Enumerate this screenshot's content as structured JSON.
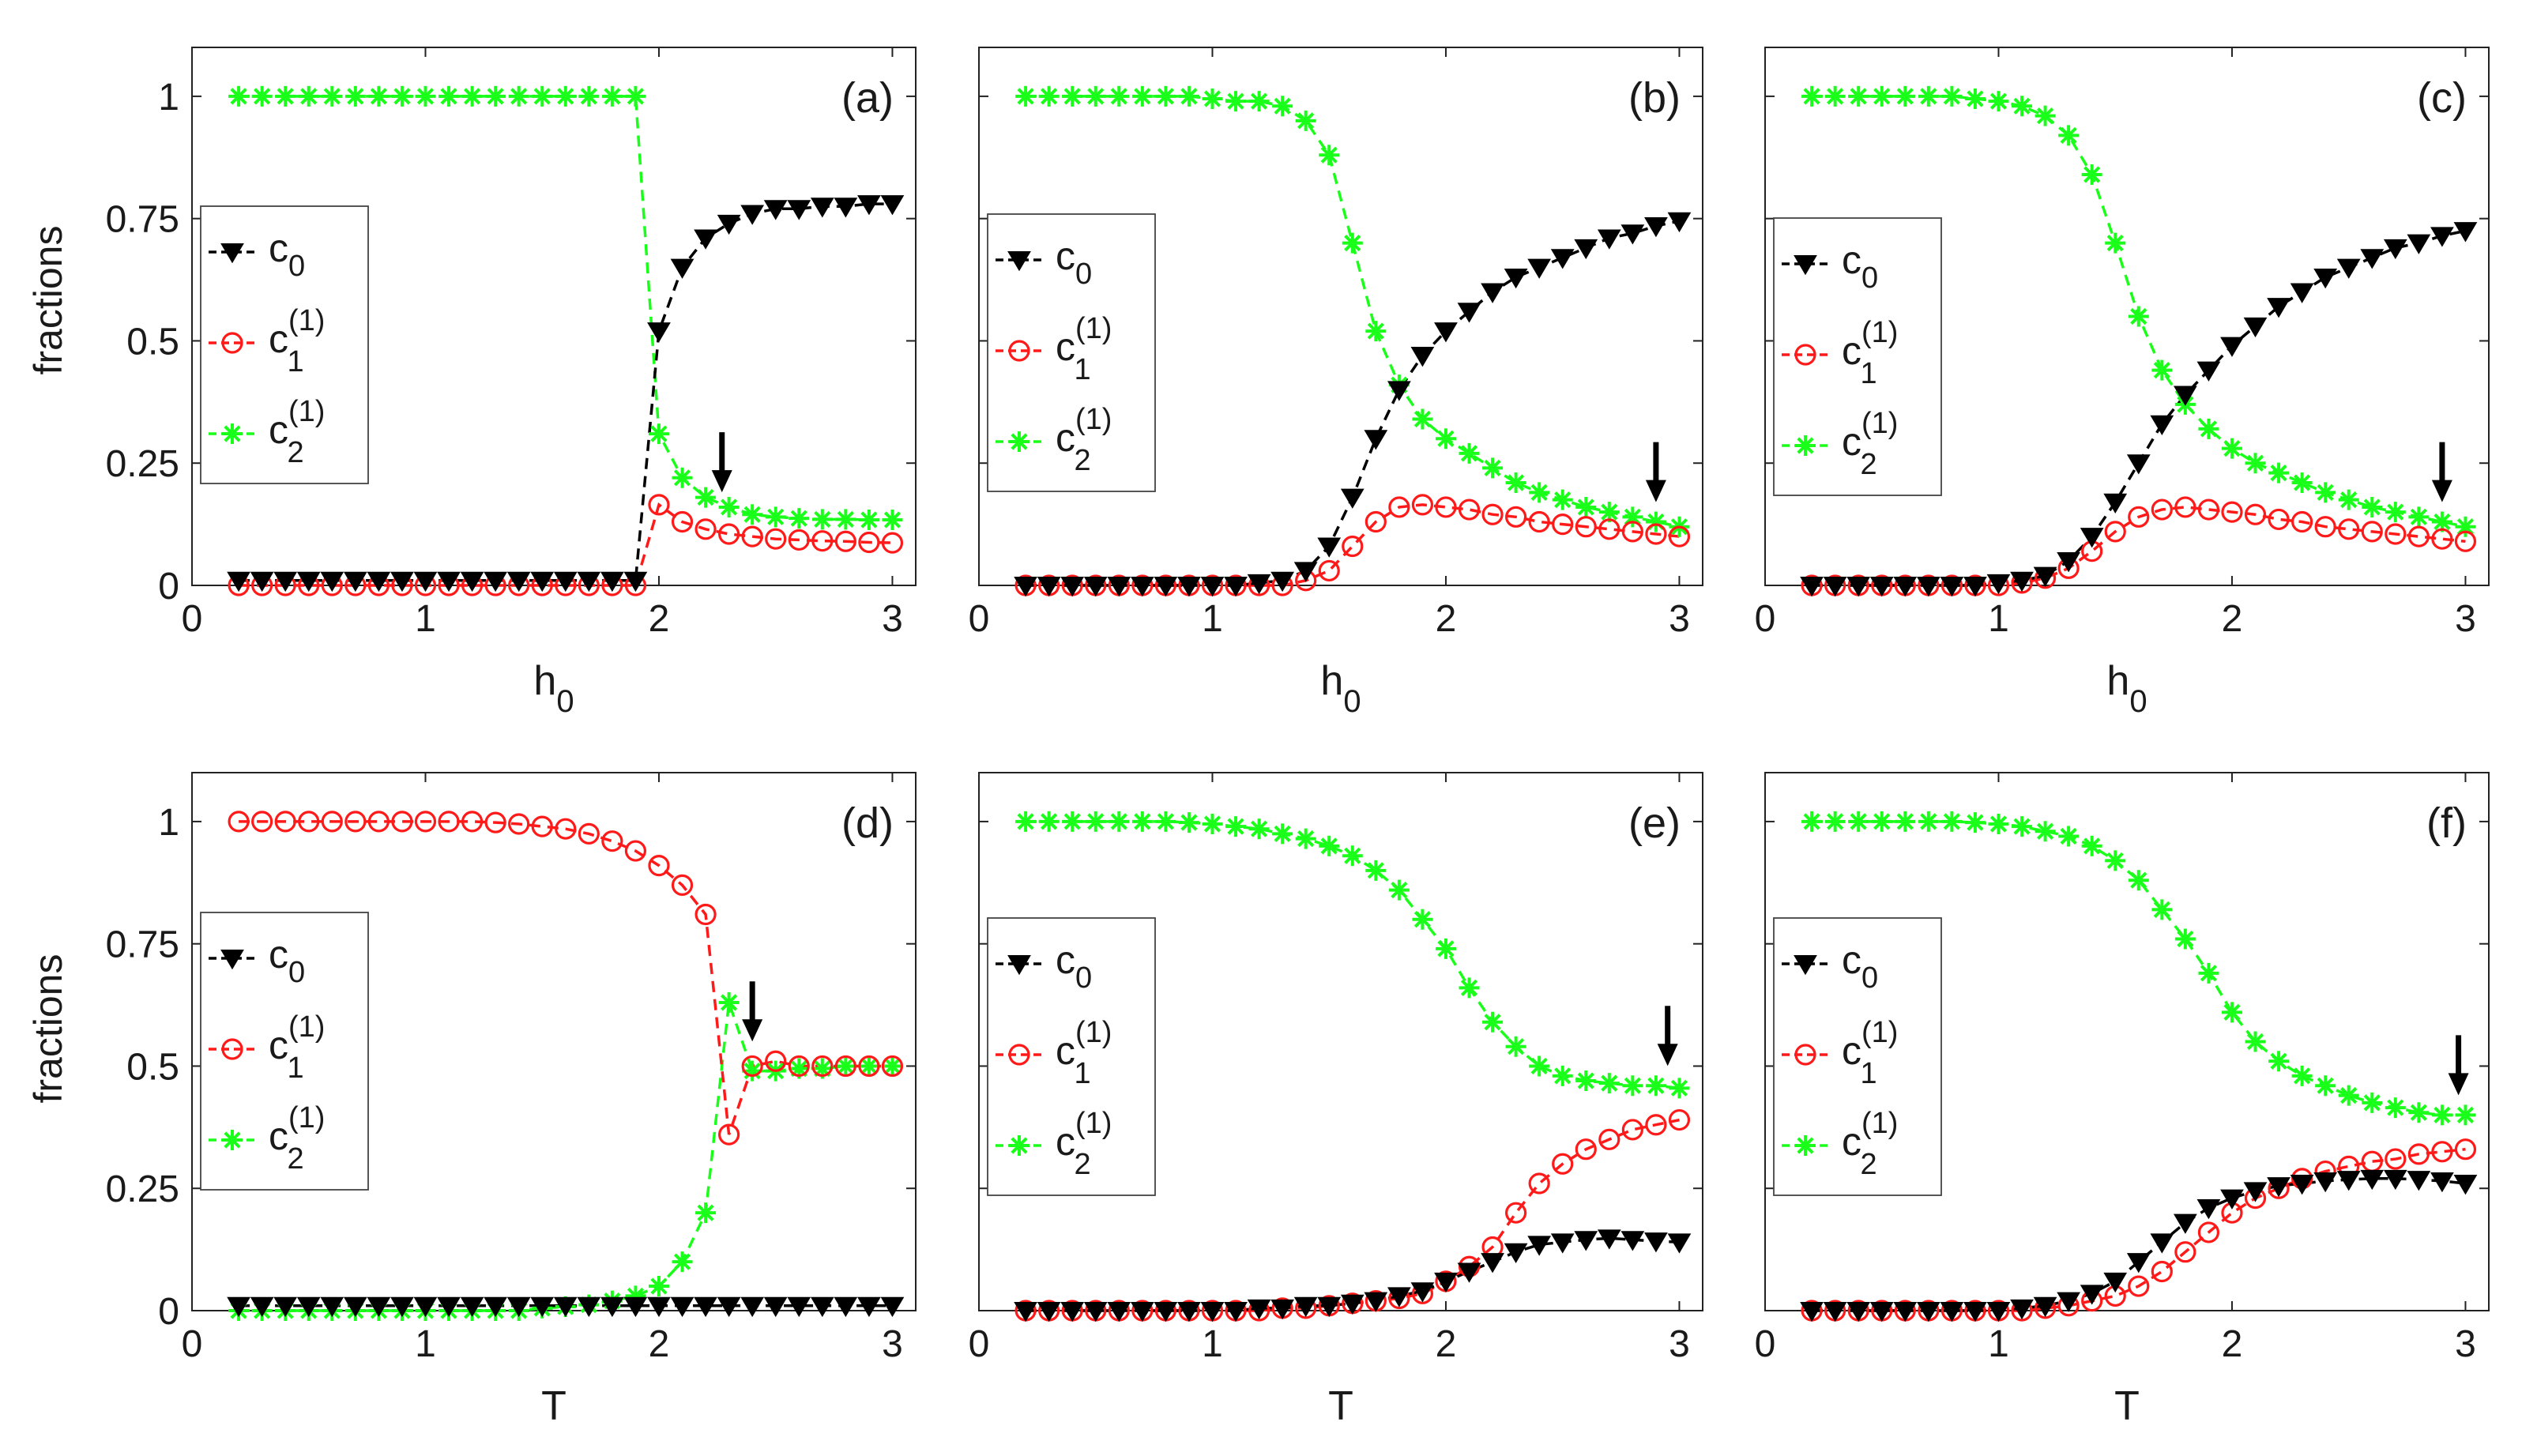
{
  "figure": {
    "ylabel": "fractions",
    "panel_xlabels": [
      "h",
      "h",
      "h",
      "T",
      "T",
      "T"
    ],
    "panel_xlabel_subs": [
      "0",
      "0",
      "0",
      "",
      "",
      ""
    ]
  },
  "legend": {
    "c0": {
      "base": "c",
      "sub": "0",
      "sup": ""
    },
    "c1": {
      "base": "c",
      "sub": "1",
      "sup": "(1)"
    },
    "c2": {
      "base": "c",
      "sub": "2",
      "sup": "(1)"
    }
  },
  "colors": {
    "c0": "#000000",
    "c1": "#ff1a1a",
    "c2": "#1aff1a",
    "arrow": "#000000"
  },
  "chart_data": [
    {
      "type": "line",
      "panel_label": "(a)",
      "xlabel": "h0",
      "ylabel": "fractions",
      "xlim": [
        0,
        3.1
      ],
      "ylim": [
        0,
        1.1
      ],
      "xticks": [
        "0",
        "1",
        "2",
        "3"
      ],
      "yticks": [
        "0",
        "0.25",
        "0.5",
        "0.75",
        "1"
      ],
      "arrow_x": 2.27,
      "arrow_y": 0.2,
      "x": [
        0.2,
        0.3,
        0.4,
        0.5,
        0.6,
        0.7,
        0.8,
        0.9,
        1.0,
        1.1,
        1.2,
        1.3,
        1.4,
        1.5,
        1.6,
        1.7,
        1.8,
        1.9,
        2.0,
        2.1,
        2.2,
        2.3,
        2.4,
        2.5,
        2.6,
        2.7,
        2.8,
        2.9,
        3.0
      ],
      "series": [
        {
          "name": "c0",
          "marker": "triangle",
          "values": [
            0.01,
            0.01,
            0.01,
            0.01,
            0.01,
            0.01,
            0.01,
            0.01,
            0.01,
            0.01,
            0.01,
            0.01,
            0.01,
            0.01,
            0.01,
            0.01,
            0.01,
            0.01,
            0.52,
            0.65,
            0.71,
            0.74,
            0.76,
            0.77,
            0.77,
            0.775,
            0.775,
            0.78,
            0.78
          ]
        },
        {
          "name": "c1",
          "marker": "circle",
          "values": [
            0.0,
            0.0,
            0.0,
            0.0,
            0.0,
            0.0,
            0.0,
            0.0,
            0.0,
            0.0,
            0.0,
            0.0,
            0.0,
            0.0,
            0.0,
            0.0,
            0.0,
            0.0,
            0.165,
            0.13,
            0.115,
            0.105,
            0.1,
            0.095,
            0.093,
            0.091,
            0.09,
            0.088,
            0.087
          ]
        },
        {
          "name": "c2",
          "marker": "asterisk",
          "values": [
            1,
            1,
            1,
            1,
            1,
            1,
            1,
            1,
            1,
            1,
            1,
            1,
            1,
            1,
            1,
            1,
            1,
            1,
            0.31,
            0.22,
            0.18,
            0.16,
            0.145,
            0.14,
            0.137,
            0.135,
            0.135,
            0.134,
            0.134
          ]
        }
      ]
    },
    {
      "type": "line",
      "panel_label": "(b)",
      "xlabel": "h0",
      "ylabel": "",
      "xlim": [
        0,
        3.1
      ],
      "ylim": [
        0,
        1.1
      ],
      "xticks": [
        "0",
        "1",
        "2",
        "3"
      ],
      "yticks": [],
      "arrow_x": 2.9,
      "arrow_y": 0.18,
      "x": [
        0.2,
        0.3,
        0.4,
        0.5,
        0.6,
        0.7,
        0.8,
        0.9,
        1.0,
        1.1,
        1.2,
        1.3,
        1.4,
        1.5,
        1.6,
        1.7,
        1.8,
        1.9,
        2.0,
        2.1,
        2.2,
        2.3,
        2.4,
        2.5,
        2.6,
        2.7,
        2.8,
        2.9,
        3.0
      ],
      "series": [
        {
          "name": "c0",
          "marker": "triangle",
          "values": [
            0.0,
            0.0,
            0.0,
            0.0,
            0.0,
            0.0,
            0.0,
            0.0,
            0.0,
            0.0,
            0.005,
            0.01,
            0.03,
            0.08,
            0.18,
            0.3,
            0.4,
            0.47,
            0.52,
            0.56,
            0.6,
            0.63,
            0.65,
            0.67,
            0.69,
            0.71,
            0.72,
            0.735,
            0.745
          ]
        },
        {
          "name": "c1",
          "marker": "circle",
          "values": [
            0.0,
            0.0,
            0.0,
            0.0,
            0.0,
            0.0,
            0.0,
            0.0,
            0.0,
            0.0,
            0.0,
            0.0,
            0.01,
            0.03,
            0.08,
            0.13,
            0.16,
            0.165,
            0.16,
            0.155,
            0.145,
            0.14,
            0.13,
            0.125,
            0.12,
            0.115,
            0.11,
            0.105,
            0.1
          ]
        },
        {
          "name": "c2",
          "marker": "asterisk",
          "values": [
            1.0,
            1.0,
            1.0,
            1.0,
            1.0,
            1.0,
            1.0,
            1.0,
            0.995,
            0.99,
            0.99,
            0.98,
            0.95,
            0.88,
            0.7,
            0.52,
            0.41,
            0.34,
            0.3,
            0.27,
            0.24,
            0.21,
            0.19,
            0.175,
            0.16,
            0.15,
            0.14,
            0.13,
            0.12
          ]
        }
      ]
    },
    {
      "type": "line",
      "panel_label": "(c)",
      "xlabel": "h0",
      "ylabel": "",
      "xlim": [
        0,
        3.1
      ],
      "ylim": [
        0,
        1.1
      ],
      "xticks": [
        "0",
        "1",
        "2",
        "3"
      ],
      "yticks": [],
      "arrow_x": 2.9,
      "arrow_y": 0.18,
      "x": [
        0.2,
        0.3,
        0.4,
        0.5,
        0.6,
        0.7,
        0.8,
        0.9,
        1.0,
        1.1,
        1.2,
        1.3,
        1.4,
        1.5,
        1.6,
        1.7,
        1.8,
        1.9,
        2.0,
        2.1,
        2.2,
        2.3,
        2.4,
        2.5,
        2.6,
        2.7,
        2.8,
        2.9,
        3.0
      ],
      "series": [
        {
          "name": "c0",
          "marker": "triangle",
          "values": [
            0.0,
            0.0,
            0.0,
            0.0,
            0.0,
            0.0,
            0.0,
            0.0,
            0.005,
            0.01,
            0.02,
            0.05,
            0.1,
            0.17,
            0.25,
            0.33,
            0.39,
            0.44,
            0.49,
            0.53,
            0.57,
            0.6,
            0.63,
            0.65,
            0.67,
            0.69,
            0.7,
            0.715,
            0.725
          ]
        },
        {
          "name": "c1",
          "marker": "circle",
          "values": [
            0.0,
            0.0,
            0.0,
            0.0,
            0.0,
            0.0,
            0.0,
            0.0,
            0.0,
            0.005,
            0.015,
            0.035,
            0.07,
            0.11,
            0.14,
            0.155,
            0.16,
            0.155,
            0.15,
            0.145,
            0.135,
            0.13,
            0.12,
            0.115,
            0.11,
            0.105,
            0.1,
            0.095,
            0.09
          ]
        },
        {
          "name": "c2",
          "marker": "asterisk",
          "values": [
            1.0,
            1.0,
            1.0,
            1.0,
            1.0,
            1.0,
            1.0,
            0.995,
            0.99,
            0.98,
            0.96,
            0.92,
            0.84,
            0.7,
            0.55,
            0.44,
            0.37,
            0.32,
            0.28,
            0.25,
            0.23,
            0.21,
            0.19,
            0.175,
            0.16,
            0.15,
            0.14,
            0.13,
            0.12
          ]
        }
      ]
    },
    {
      "type": "line",
      "panel_label": "(d)",
      "xlabel": "T",
      "ylabel": "fractions",
      "xlim": [
        0,
        3.1
      ],
      "ylim": [
        0,
        1.1
      ],
      "xticks": [
        "0",
        "1",
        "2",
        "3"
      ],
      "yticks": [
        "0",
        "0.25",
        "0.5",
        "0.75",
        "1"
      ],
      "arrow_x": 2.4,
      "arrow_y": 0.56,
      "x": [
        0.2,
        0.3,
        0.4,
        0.5,
        0.6,
        0.7,
        0.8,
        0.9,
        1.0,
        1.1,
        1.2,
        1.3,
        1.4,
        1.5,
        1.6,
        1.7,
        1.8,
        1.9,
        2.0,
        2.1,
        2.2,
        2.3,
        2.4,
        2.5,
        2.6,
        2.7,
        2.8,
        2.9,
        3.0
      ],
      "series": [
        {
          "name": "c0",
          "marker": "triangle",
          "values": [
            0.01,
            0.01,
            0.01,
            0.01,
            0.01,
            0.01,
            0.01,
            0.01,
            0.01,
            0.01,
            0.01,
            0.01,
            0.01,
            0.01,
            0.01,
            0.01,
            0.01,
            0.01,
            0.01,
            0.01,
            0.01,
            0.01,
            0.01,
            0.01,
            0.01,
            0.01,
            0.01,
            0.01,
            0.01
          ]
        },
        {
          "name": "c1",
          "marker": "circle",
          "values": [
            1.0,
            1.0,
            1.0,
            1.0,
            1.0,
            1.0,
            1.0,
            1.0,
            1.0,
            1.0,
            1.0,
            0.998,
            0.995,
            0.99,
            0.985,
            0.975,
            0.96,
            0.94,
            0.91,
            0.87,
            0.81,
            0.36,
            0.5,
            0.51,
            0.5,
            0.5,
            0.5,
            0.5,
            0.5
          ]
        },
        {
          "name": "c2",
          "marker": "asterisk",
          "values": [
            0.0,
            0.0,
            0.0,
            0.0,
            0.0,
            0.0,
            0.0,
            0.0,
            0.0,
            0.0,
            0.0,
            0.0,
            0.0,
            0.005,
            0.008,
            0.012,
            0.02,
            0.03,
            0.05,
            0.1,
            0.2,
            0.63,
            0.49,
            0.49,
            0.495,
            0.495,
            0.5,
            0.5,
            0.5
          ]
        }
      ]
    },
    {
      "type": "line",
      "panel_label": "(e)",
      "xlabel": "T",
      "ylabel": "",
      "xlim": [
        0,
        3.1
      ],
      "ylim": [
        0,
        1.1
      ],
      "xticks": [
        "0",
        "1",
        "2",
        "3"
      ],
      "yticks": [],
      "arrow_x": 2.95,
      "arrow_y": 0.51,
      "x": [
        0.2,
        0.3,
        0.4,
        0.5,
        0.6,
        0.7,
        0.8,
        0.9,
        1.0,
        1.1,
        1.2,
        1.3,
        1.4,
        1.5,
        1.6,
        1.7,
        1.8,
        1.9,
        2.0,
        2.1,
        2.2,
        2.3,
        2.4,
        2.5,
        2.6,
        2.7,
        2.8,
        2.9,
        3.0
      ],
      "series": [
        {
          "name": "c0",
          "marker": "triangle",
          "values": [
            0.0,
            0.0,
            0.0,
            0.0,
            0.0,
            0.0,
            0.0,
            0.0,
            0.0,
            0.0,
            0.005,
            0.005,
            0.01,
            0.01,
            0.015,
            0.02,
            0.03,
            0.04,
            0.06,
            0.08,
            0.1,
            0.12,
            0.135,
            0.14,
            0.145,
            0.148,
            0.145,
            0.142,
            0.14
          ]
        },
        {
          "name": "c1",
          "marker": "circle",
          "values": [
            0.0,
            0.0,
            0.0,
            0.0,
            0.0,
            0.0,
            0.0,
            0.0,
            0.0,
            0.0,
            0.0,
            0.005,
            0.005,
            0.01,
            0.015,
            0.02,
            0.025,
            0.035,
            0.06,
            0.09,
            0.13,
            0.2,
            0.26,
            0.3,
            0.33,
            0.35,
            0.37,
            0.38,
            0.39
          ]
        },
        {
          "name": "c2",
          "marker": "asterisk",
          "values": [
            1.0,
            1.0,
            1.0,
            1.0,
            1.0,
            1.0,
            1.0,
            0.998,
            0.995,
            0.99,
            0.985,
            0.975,
            0.965,
            0.95,
            0.93,
            0.9,
            0.86,
            0.8,
            0.74,
            0.66,
            0.59,
            0.54,
            0.5,
            0.48,
            0.47,
            0.465,
            0.46,
            0.46,
            0.455
          ]
        }
      ]
    },
    {
      "type": "line",
      "panel_label": "(f)",
      "xlabel": "T",
      "ylabel": "",
      "xlim": [
        0,
        3.1
      ],
      "ylim": [
        0,
        1.1
      ],
      "xticks": [
        "0",
        "1",
        "2",
        "3"
      ],
      "yticks": [],
      "arrow_x": 2.97,
      "arrow_y": 0.45,
      "x": [
        0.2,
        0.3,
        0.4,
        0.5,
        0.6,
        0.7,
        0.8,
        0.9,
        1.0,
        1.1,
        1.2,
        1.3,
        1.4,
        1.5,
        1.6,
        1.7,
        1.8,
        1.9,
        2.0,
        2.1,
        2.2,
        2.3,
        2.4,
        2.5,
        2.6,
        2.7,
        2.8,
        2.9,
        3.0
      ],
      "series": [
        {
          "name": "c0",
          "marker": "triangle",
          "values": [
            0.0,
            0.0,
            0.0,
            0.0,
            0.0,
            0.0,
            0.0,
            0.0,
            0.0,
            0.005,
            0.01,
            0.02,
            0.035,
            0.06,
            0.1,
            0.14,
            0.18,
            0.21,
            0.23,
            0.245,
            0.255,
            0.26,
            0.265,
            0.268,
            0.27,
            0.27,
            0.268,
            0.265,
            0.26
          ]
        },
        {
          "name": "c1",
          "marker": "circle",
          "values": [
            0.0,
            0.0,
            0.0,
            0.0,
            0.0,
            0.0,
            0.0,
            0.0,
            0.0,
            0.0,
            0.005,
            0.01,
            0.02,
            0.03,
            0.05,
            0.08,
            0.12,
            0.16,
            0.2,
            0.23,
            0.25,
            0.27,
            0.285,
            0.295,
            0.305,
            0.31,
            0.32,
            0.325,
            0.33
          ]
        },
        {
          "name": "c2",
          "marker": "asterisk",
          "values": [
            1.0,
            1.0,
            1.0,
            1.0,
            1.0,
            1.0,
            1.0,
            0.998,
            0.995,
            0.99,
            0.98,
            0.97,
            0.95,
            0.92,
            0.88,
            0.82,
            0.76,
            0.69,
            0.61,
            0.55,
            0.51,
            0.48,
            0.46,
            0.44,
            0.425,
            0.415,
            0.405,
            0.4,
            0.4
          ]
        }
      ]
    }
  ]
}
